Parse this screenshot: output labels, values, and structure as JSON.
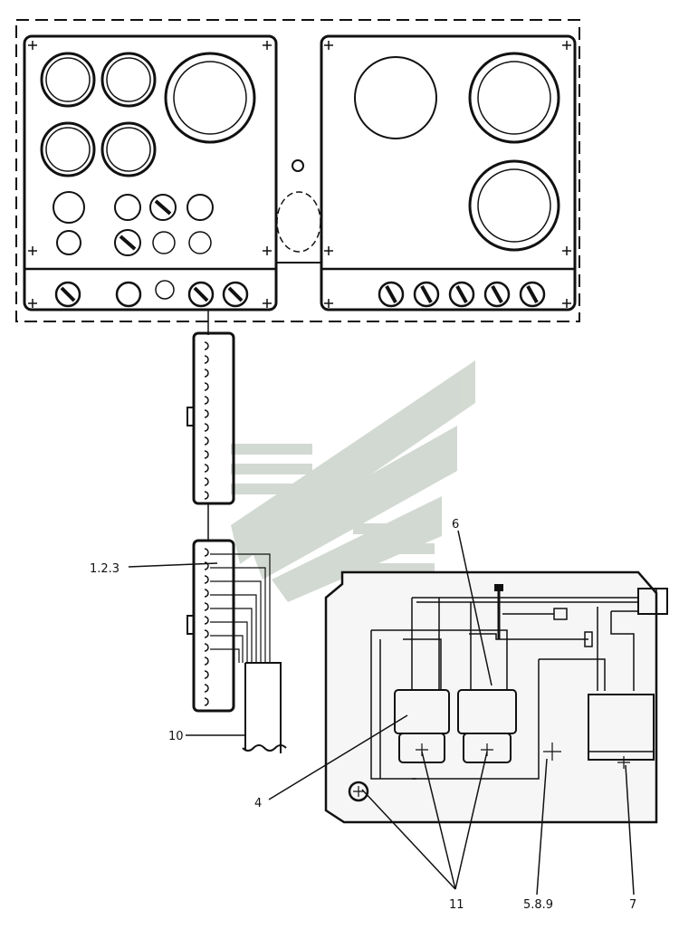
{
  "labels": {
    "ref_123": "1.2.3",
    "ref_6": "6",
    "ref_10": "10",
    "ref_4": "4",
    "ref_11": "11",
    "ref_589": "5.8.9",
    "ref_7": "7"
  },
  "colors": {
    "line": "#111111",
    "panel_fill": "#f4f4f4",
    "watermark": "#b9c5b8"
  }
}
